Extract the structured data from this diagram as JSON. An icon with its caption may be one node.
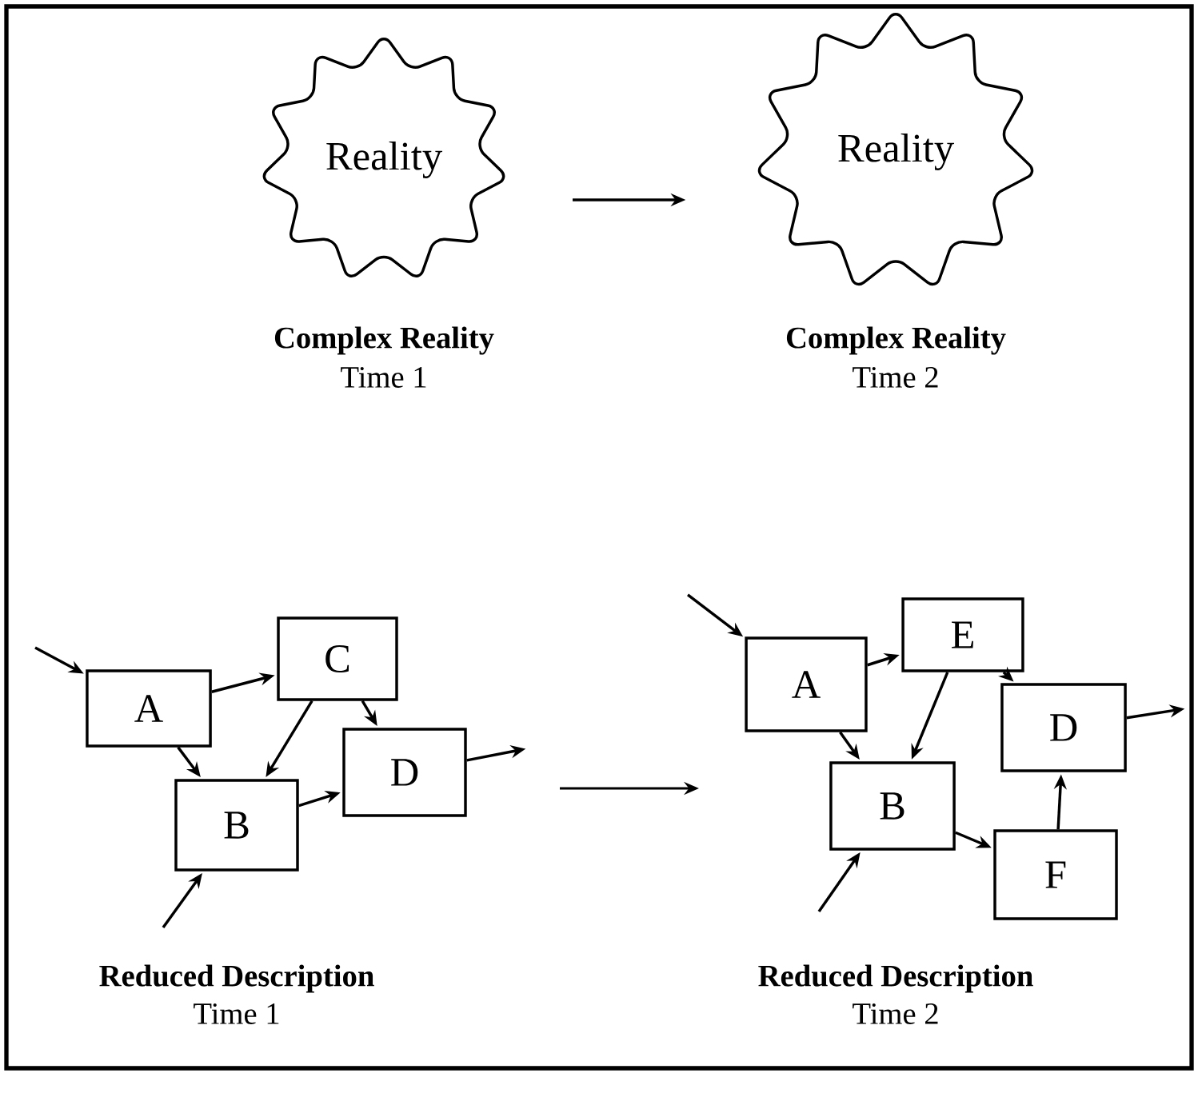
{
  "diagram": {
    "nodes": [
      {
        "text": [
          "Reality"
        ],
        "beside": [
          "Complex Reality",
          "Time 1"
        ]
      },
      {
        "text": [
          "Reality"
        ],
        "beside": [
          "Complex Reality",
          "Time 2"
        ]
      },
      {
        "text": [
          "A"
        ]
      },
      {
        "text": [
          "C"
        ]
      },
      {
        "text": [
          "B"
        ]
      },
      {
        "text": [
          "D"
        ]
      },
      {
        "text": [
          "A"
        ]
      },
      {
        "text": [
          "E"
        ]
      },
      {
        "text": [
          "D"
        ]
      },
      {
        "text": [
          "B"
        ]
      },
      {
        "text": [
          "F"
        ]
      }
    ],
    "edges": [
      {
        "from": 0,
        "to": 1,
        "arrow": "to"
      },
      {
        "from": null,
        "to": 2,
        "arrow": "to"
      },
      {
        "from": 2,
        "to": 3,
        "arrow": "to"
      },
      {
        "from": 2,
        "to": 4,
        "arrow": "to"
      },
      {
        "from": 3,
        "to": 4,
        "arrow": "to"
      },
      {
        "from": 3,
        "to": 5,
        "arrow": "to"
      },
      {
        "from": 4,
        "to": 5,
        "arrow": "to"
      },
      {
        "from": 5,
        "to": null,
        "arrow": "to"
      },
      {
        "from": null,
        "to": 4,
        "arrow": "to"
      },
      {
        "from": null,
        "to": 6,
        "arrow": "to"
      },
      {
        "from": 6,
        "to": 7,
        "arrow": "to"
      },
      {
        "from": 6,
        "to": 9,
        "arrow": "to"
      },
      {
        "from": 7,
        "to": 9,
        "arrow": "to"
      },
      {
        "from": 7,
        "to": 8,
        "arrow": "to"
      },
      {
        "from": 9,
        "to": 10,
        "arrow": "to"
      },
      {
        "from": 10,
        "to": 8,
        "arrow": "to"
      },
      {
        "from": 8,
        "to": null,
        "arrow": "to"
      },
      {
        "from": null,
        "to": 9,
        "arrow": "to"
      }
    ],
    "labels": [
      "Reduced Description",
      "Time 1",
      "Reduced Description",
      "Time 2"
    ]
  }
}
